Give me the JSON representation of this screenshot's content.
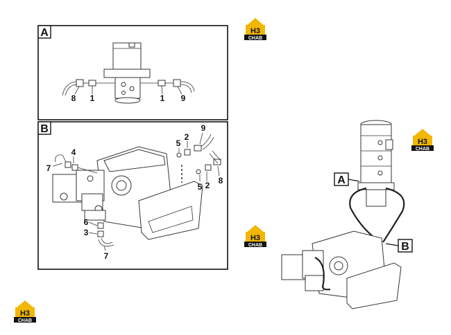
{
  "panels": {
    "a": {
      "letter": "A"
    },
    "b": {
      "letter": "B"
    }
  },
  "callouts_a": [
    "8",
    "1",
    "1",
    "9"
  ],
  "callouts_b": [
    "9",
    "2",
    "5",
    "4",
    "7",
    "5",
    "2",
    "8",
    "6",
    "3",
    "7"
  ],
  "overview_labels": {
    "a": "A",
    "b": "B"
  },
  "watermark": {
    "logo_text": "H3",
    "sub_text": "CHAB",
    "accent": "#f2b705"
  }
}
